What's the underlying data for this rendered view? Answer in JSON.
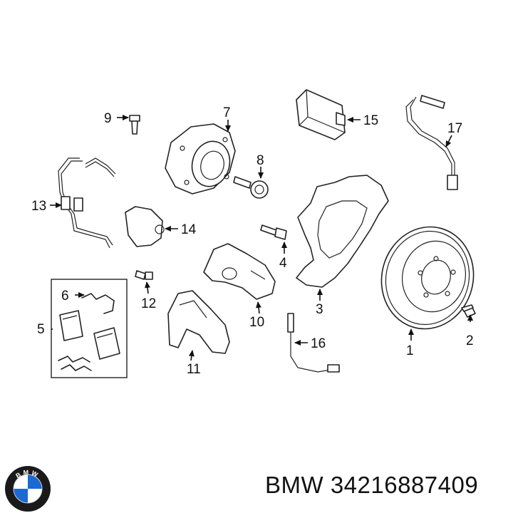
{
  "caption": {
    "brand": "BMW",
    "part_number": "34216887409"
  },
  "logo": {
    "text": "BMW",
    "colors": {
      "ring": "#1a1a1a",
      "blue": "#1c69d4",
      "white": "#ffffff"
    }
  },
  "callouts": [
    "1",
    "2",
    "3",
    "4",
    "5",
    "6",
    "7",
    "8",
    "9",
    "10",
    "11",
    "12",
    "13",
    "14",
    "15",
    "16",
    "17"
  ]
}
